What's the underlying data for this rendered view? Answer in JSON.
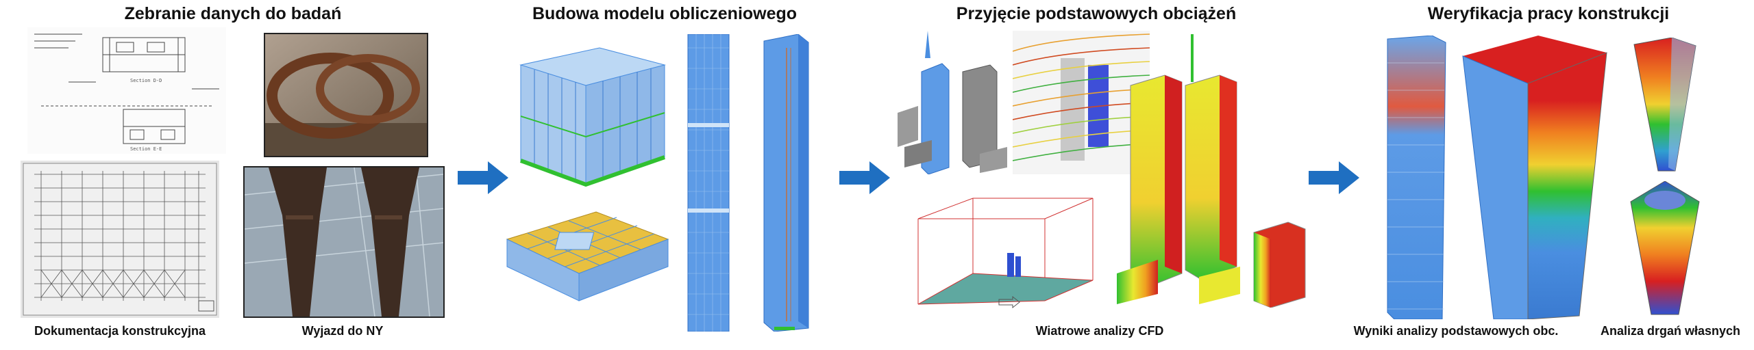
{
  "sections": [
    {
      "title": "Zebranie danych do badań"
    },
    {
      "title": "Budowa modelu obliczeniowego"
    },
    {
      "title": "Przyjęcie podstawowych obciążeń"
    },
    {
      "title": "Weryfikacja pracy konstrukcji"
    }
  ],
  "captions": {
    "documentation": "Dokumentacja konstrukcyjna",
    "trip": "Wyjazd do NY",
    "cfd": "Wiatrowe analizy CFD",
    "results": "Wyniki analizy podstawowych obc.",
    "modal": "Analiza drgań własnych"
  },
  "arrows": {
    "color": "#1f6fc1"
  },
  "colors": {
    "model_blue": "#4a8ee0",
    "ground_green": "#30c030",
    "slab_yellow": "#e8c040",
    "photo_rust": "#6a3a20"
  }
}
